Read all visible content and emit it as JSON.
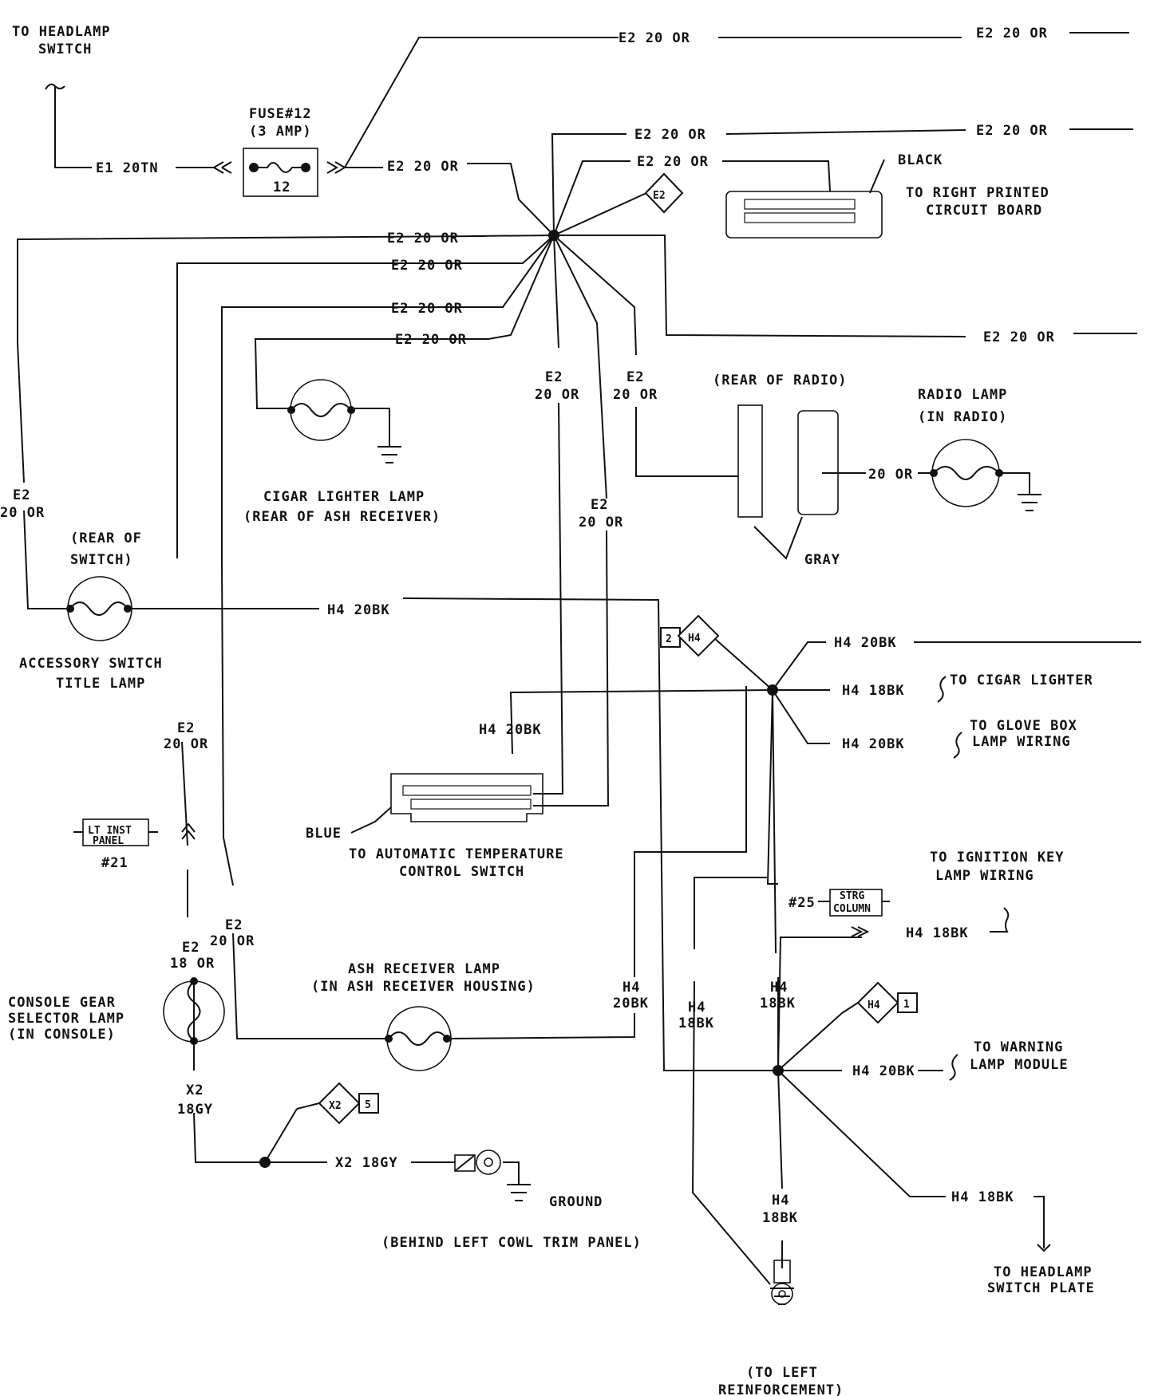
{
  "labels": {
    "to_headlamp_switch": [
      "TO HEADLAMP",
      "SWITCH"
    ],
    "fuse_name": [
      "FUSE#12",
      "(3 AMP)"
    ],
    "fuse_number": "12",
    "e1_20tn": "E1 20TN",
    "e2_20_or": "E2 20 OR",
    "e2": "E2",
    "twenty_or": "20 OR",
    "black": "BLACK",
    "to_right_printed_circuit_board": [
      "TO RIGHT PRINTED",
      "CIRCUIT BOARD"
    ],
    "rear_of_radio": "(REAR OF RADIO)",
    "radio_lamp": [
      "RADIO LAMP",
      "(IN RADIO)"
    ],
    "gray": "GRAY",
    "cigar_lighter_lamp": [
      "CIGAR LIGHTER LAMP",
      "(REAR OF ASH RECEIVER)"
    ],
    "rear_of_switch": [
      "(REAR OF",
      "SWITCH)"
    ],
    "accessory_switch_title_lamp": [
      "ACCESSORY SWITCH",
      "TITLE LAMP"
    ],
    "h4_20bk": "H4 20BK",
    "h4_18bk": "H4 18BK",
    "h4": "H4",
    "bk20": "20BK",
    "bk18": "18BK",
    "to_cigar_lighter": "TO CIGAR LIGHTER",
    "to_glove_box_lamp_wiring": [
      "TO GLOVE BOX",
      "LAMP WIRING"
    ],
    "blue": "BLUE",
    "to_automatic_temperature_control_switch": [
      "TO AUTOMATIC TEMPERATURE",
      "CONTROL SWITCH"
    ],
    "lt_inst_panel": [
      "LT INST",
      "PANEL"
    ],
    "num21": "#21",
    "to_ignition_key_lamp_wiring": [
      "TO IGNITION KEY",
      "LAMP WIRING"
    ],
    "num25": "#25",
    "strg_column": [
      "STRG",
      "COLUMN"
    ],
    "e2_18_or": [
      "E2",
      "18 OR"
    ],
    "console_gear_selector_lamp": [
      "CONSOLE GEAR",
      "SELECTOR LAMP",
      "(IN CONSOLE)"
    ],
    "ash_receiver_lamp": [
      "ASH RECEIVER LAMP",
      "(IN ASH RECEIVER HOUSING)"
    ],
    "to_warning_lamp_module": [
      "TO WARNING",
      "LAMP MODULE"
    ],
    "x2_18gy_stack": [
      "X2",
      "18GY"
    ],
    "x2_18gy": "X2 18GY",
    "ground": "GROUND",
    "behind_left_cowl_trim_panel": "(BEHIND LEFT COWL TRIM PANEL)",
    "to_headlamp_switch_plate": [
      "TO HEADLAMP",
      "SWITCH PLATE"
    ],
    "to_left_reinforcement": [
      "(TO LEFT",
      "REINFORCEMENT)"
    ],
    "splice_e2": "E2",
    "splice_h4": "H4",
    "splice_x2": "X2",
    "splice_num_2": "2",
    "splice_num_1": "1",
    "splice_num_5": "5"
  }
}
